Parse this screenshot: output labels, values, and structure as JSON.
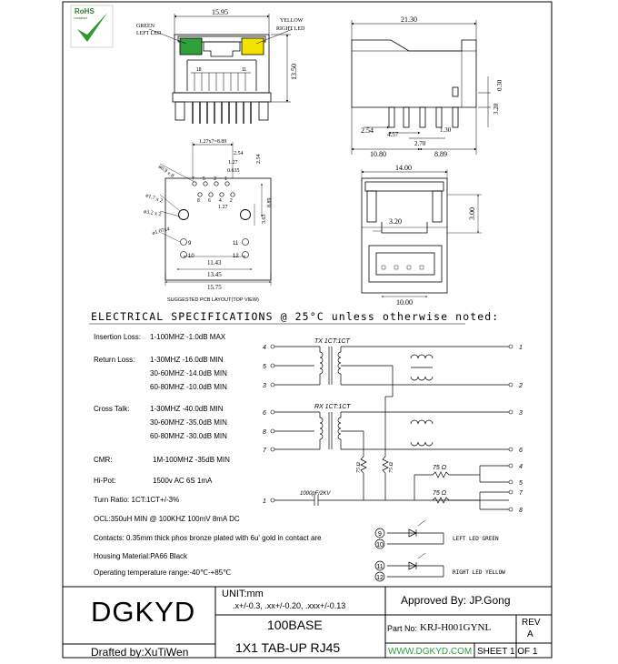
{
  "rohs": {
    "title": "RoHS",
    "subtitle": "compliant",
    "check_color": "#2f9a2f",
    "text_color": "#2e7d2e"
  },
  "front_view": {
    "dim_width": "15.95",
    "dim_height": "13.50",
    "left_led": {
      "line1": "GREEN",
      "line2": "LEFT LED",
      "color": "#2e9f3a"
    },
    "right_led": {
      "line1": "YELLOW",
      "line2": "RIGHT LED",
      "color": "#f2e300"
    },
    "pin_left": "18",
    "pin_right": "11"
  },
  "side_view": {
    "dim_width": "21.30",
    "dim_030": "0.30",
    "dim_320": "3.20",
    "dim_254": "2.54",
    "dim_457": "4.57",
    "dim_130": "1.30",
    "dim_270": "2.70",
    "dim_1080": "10.80",
    "dim_889": "8.89"
  },
  "pcb_layout": {
    "dim_pitch": "1.27x7=8.89",
    "dim_254_a": "2.54",
    "dim_127": "1.27",
    "dim_0635": "0.635",
    "dim_127_b": "1.27",
    "dim_254_b": "2.54",
    "dim_889": "8.89",
    "dim_363": "3.63",
    "hole_09": "ø0.9 x 8",
    "hole_17": "ø1.7 x 2",
    "hole_32": "ø3.2 x 2",
    "hole_107": "ø1.07x4",
    "dim_1143": "11.43",
    "dim_1345": "13.45",
    "dim_1575": "15.75",
    "pins_top_odd": [
      "7",
      "5",
      "3",
      "1"
    ],
    "pins_top_even": [
      "8",
      "6",
      "4",
      "2"
    ],
    "pin_9": "9",
    "pin_10": "10",
    "pin_11": "11",
    "pin_12": "12",
    "caption": "SUGGESTED PCB LAYOUT(TOP VIEW)"
  },
  "bottom_view": {
    "dim_1400": "14.00",
    "dim_320": "3.20",
    "dim_300": "3.00",
    "dim_1000": "10.00"
  },
  "electrical": {
    "heading": "ELECTRICAL SPECIFICATIONS @ 25°C unless otherwise noted:",
    "insertion_label": "Insertion Loss:",
    "insertion_value": "1-100MHZ  -1.0dB MAX",
    "return_label": "Return Loss:",
    "return_rows": [
      "1-30MHZ   -16.0dB MIN",
      "30-60MHZ -14.0dB MIN",
      "60-80MHZ -10.0dB MIN"
    ],
    "cross_label": "Cross Talk:",
    "cross_rows": [
      "1-30MHZ   -40.0dB MIN",
      "30-60MHZ -35.0dB MIN",
      "60-80MHZ -30.0dB MIN"
    ],
    "cmr_label": "CMR:",
    "cmr_value": "1M-100MHZ  -35dB MIN",
    "hipot_label": "Hi-Pot:",
    "hipot_value": "1500v AC 6S 1mA",
    "turn_ratio": "Turn Ratio: 1CT:1CT+/-3%",
    "ocl": "OCL:350uH MIN @ 100KHZ 100mV 8mA DC",
    "contacts": "Contacts: 0.35mm thick phos bronze plated with 6u' gold in contact are",
    "housing": "Housing Material:PA66 Black",
    "temp": "Operating temperature range:-40℃-+85℃"
  },
  "schematic": {
    "tx_label": "TX  1CT:1CT",
    "rx_label": "RX  1CT:1CT",
    "left_pins": [
      "4",
      "5",
      "3",
      "6",
      "8",
      "7",
      "1"
    ],
    "right_pins": [
      "1",
      "2",
      "3",
      "6",
      "4",
      "5",
      "7",
      "8"
    ],
    "res_75_a": "75 Ω",
    "res_75_b": "75 Ω",
    "res_75_c": "75 Ω",
    "res_75_d": "75 Ω",
    "cap": "1000pF/2KV",
    "led_left_pins": [
      "9",
      "10"
    ],
    "led_left_label": "LEFT  LED GREEN",
    "led_right_pins": [
      "11",
      "12"
    ],
    "led_right_label": "RIGHT  LED YELLOW"
  },
  "title_block": {
    "company": "DGKYD",
    "unit": "UNIT:mm",
    "tolerance": ".x+/-0.3, .xx+/-0.20, .xxx+/-0.13",
    "approved": "Approved By: JP.Gong",
    "product_line1": "100BASE",
    "product_line2": "1X1 TAB-UP RJ45",
    "part_label": "Part No:",
    "part_number": "KRJ-H001GYNL",
    "rev_label": "REV",
    "rev_value": "A",
    "drafted": "Drafted by:XuTiWen",
    "website": "WWW.DGKYD.COM",
    "sheet": "SHEET 1 OF 1",
    "website_color": "#2e9f3a"
  }
}
